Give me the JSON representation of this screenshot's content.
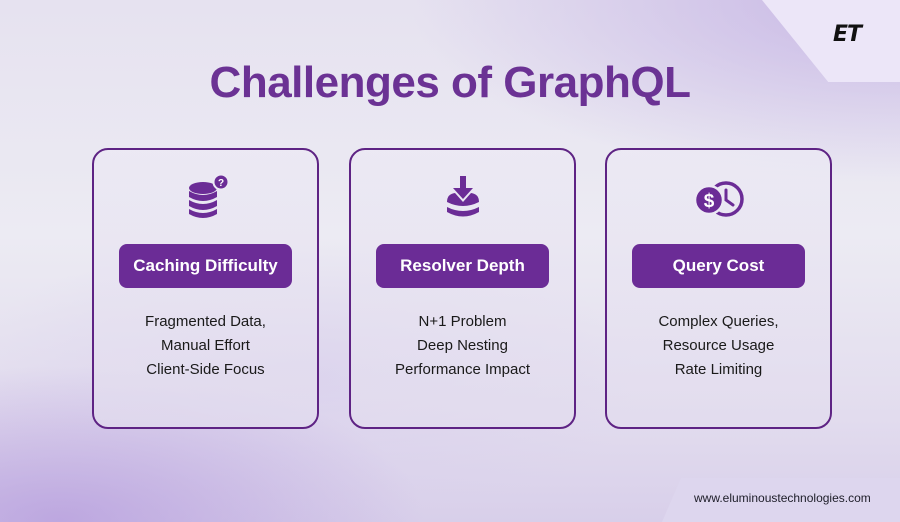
{
  "brand": {
    "logo": "ET",
    "website": "www.eluminoustechnologies.com"
  },
  "title": {
    "regular": "Challenges of ",
    "bold": "GraphQL"
  },
  "colors": {
    "accent": "#6b2c96",
    "title": "#6b3294",
    "border": "#5e2384",
    "text": "#1a1a1a"
  },
  "cards": [
    {
      "icon": "database-question-icon",
      "label": "Caching Difficulty",
      "lines": [
        "Fragmented Data,",
        "Manual Effort",
        "Client-Side Focus"
      ]
    },
    {
      "icon": "download-stack-icon",
      "label": "Resolver Depth",
      "lines": [
        "N+1 Problem",
        "Deep Nesting",
        "Performance Impact"
      ]
    },
    {
      "icon": "dollar-clock-icon",
      "label": "Query Cost",
      "lines": [
        "Complex Queries,",
        "Resource Usage",
        "Rate Limiting"
      ]
    }
  ]
}
